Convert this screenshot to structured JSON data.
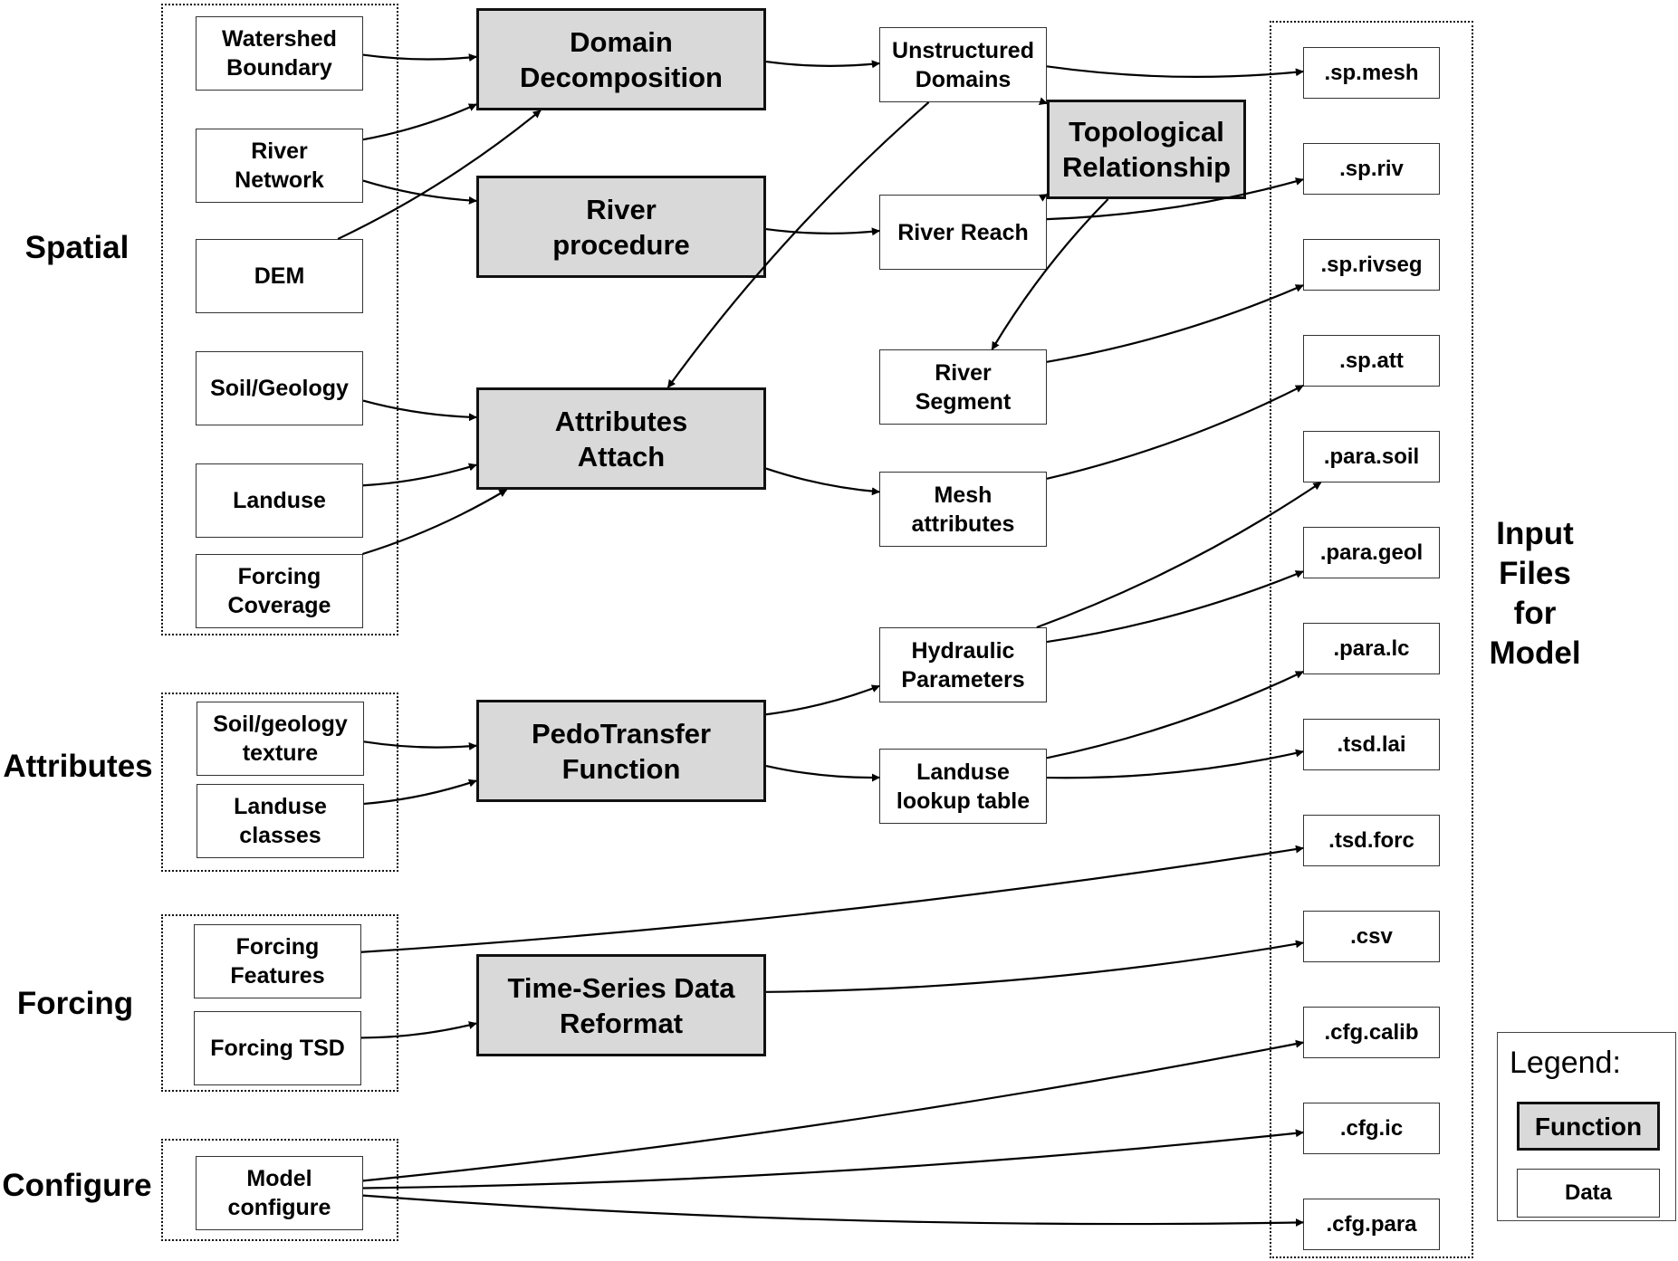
{
  "groups": {
    "spatial": "Spatial",
    "attributes": "Attributes",
    "forcing": "Forcing",
    "configure": "Configure"
  },
  "output_label": "Input\nFiles\nfor\nModel",
  "nodes": {
    "watershed_boundary": "Watershed\nBoundary",
    "river_network": "River\nNetwork",
    "dem": "DEM",
    "soil_geology": "Soil/Geology",
    "landuse": "Landuse",
    "forcing_coverage": "Forcing\nCoverage",
    "soil_geology_texture": "Soil/geology\ntexture",
    "landuse_classes": "Landuse\nclasses",
    "forcing_features": "Forcing\nFeatures",
    "forcing_tsd": "Forcing TSD",
    "model_configure": "Model\nconfigure",
    "domain_decomposition": "Domain\nDecomposition",
    "river_procedure": "River\nprocedure",
    "attributes_attach": "Attributes\nAttach",
    "pedotransfer_function": "PedoTransfer\nFunction",
    "time_series_reformat": "Time-Series Data\nReformat",
    "unstructured_domains": "Unstructured\nDomains",
    "topological_relationship": "Topological\nRelationship",
    "river_reach": "River Reach",
    "river_segment": "River\nSegment",
    "mesh_attributes": "Mesh\nattributes",
    "hydraulic_parameters": "Hydraulic\nParameters",
    "landuse_lookup": "Landuse\nlookup table"
  },
  "files": {
    "sp_mesh": ".sp.mesh",
    "sp_riv": ".sp.riv",
    "sp_rivseg": ".sp.rivseg",
    "sp_att": ".sp.att",
    "para_soil": ".para.soil",
    "para_geol": ".para.geol",
    "para_lc": ".para.lc",
    "tsd_lai": ".tsd.lai",
    "tsd_forc": ".tsd.forc",
    "csv": ".csv",
    "cfg_calib": ".cfg.calib",
    "cfg_ic": ".cfg.ic",
    "cfg_para": ".cfg.para"
  },
  "legend": {
    "title": "Legend:",
    "function": "Function",
    "data": "Data"
  },
  "edges": [
    {
      "from": "watershed_boundary",
      "to": "domain_decomposition"
    },
    {
      "from": "river_network",
      "to": "domain_decomposition"
    },
    {
      "from": "dem",
      "to": "domain_decomposition"
    },
    {
      "from": "river_network",
      "to": "river_procedure"
    },
    {
      "from": "soil_geology",
      "to": "attributes_attach"
    },
    {
      "from": "landuse",
      "to": "attributes_attach"
    },
    {
      "from": "forcing_coverage",
      "to": "attributes_attach"
    },
    {
      "from": "domain_decomposition",
      "to": "unstructured_domains"
    },
    {
      "from": "river_procedure",
      "to": "river_reach"
    },
    {
      "from": "unstructured_domains",
      "to": "sp_mesh"
    },
    {
      "from": "unstructured_domains",
      "to": "topological_relationship"
    },
    {
      "from": "unstructured_domains",
      "to": "attributes_attach"
    },
    {
      "from": "river_reach",
      "to": "topological_relationship"
    },
    {
      "from": "river_reach",
      "to": "sp_riv"
    },
    {
      "from": "topological_relationship",
      "to": "river_segment"
    },
    {
      "from": "river_segment",
      "to": "sp_rivseg"
    },
    {
      "from": "attributes_attach",
      "to": "mesh_attributes"
    },
    {
      "from": "mesh_attributes",
      "to": "sp_att"
    },
    {
      "from": "soil_geology_texture",
      "to": "pedotransfer_function"
    },
    {
      "from": "landuse_classes",
      "to": "pedotransfer_function"
    },
    {
      "from": "pedotransfer_function",
      "to": "hydraulic_parameters"
    },
    {
      "from": "pedotransfer_function",
      "to": "landuse_lookup"
    },
    {
      "from": "hydraulic_parameters",
      "to": "para_soil"
    },
    {
      "from": "hydraulic_parameters",
      "to": "para_geol"
    },
    {
      "from": "landuse_lookup",
      "to": "para_lc"
    },
    {
      "from": "landuse_lookup",
      "to": "tsd_lai"
    },
    {
      "from": "forcing_features",
      "to": "tsd_forc"
    },
    {
      "from": "forcing_tsd",
      "to": "time_series_reformat"
    },
    {
      "from": "time_series_reformat",
      "to": "csv"
    },
    {
      "from": "model_configure",
      "to": "cfg_calib"
    },
    {
      "from": "model_configure",
      "to": "cfg_ic"
    },
    {
      "from": "model_configure",
      "to": "cfg_para"
    }
  ]
}
